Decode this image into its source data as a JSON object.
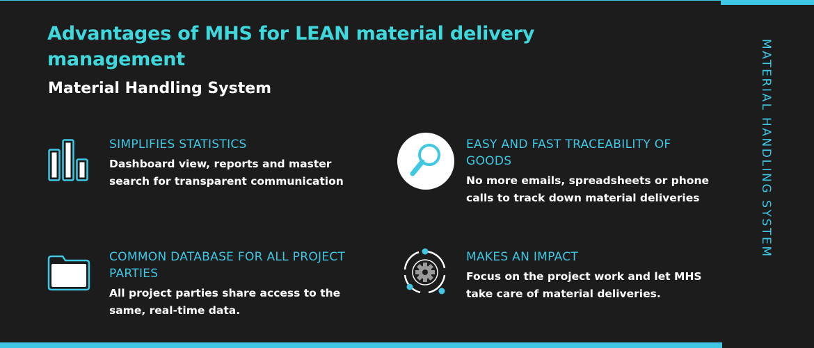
{
  "title": "Advantages of MHS for LEAN material delivery management",
  "subtitle": "Material Handling System",
  "vertical_label": "MATERIAL HANDLING SYSTEM",
  "colors": {
    "accent": "#3fc7e3",
    "title": "#3fd8dc",
    "background": "#1c1c1d",
    "text": "#ffffff"
  },
  "features": [
    {
      "icon": "bar-chart-icon",
      "heading": "SIMPLIFIES STATISTICS",
      "description": "Dashboard view, reports and master search for transparent communication"
    },
    {
      "icon": "magnifier-icon",
      "heading": "EASY AND FAST TRACEABILITY OF GOODS",
      "description": "No more emails, spreadsheets or phone calls to track down material deliveries"
    },
    {
      "icon": "folder-icon",
      "heading": "COMMON DATABASE FOR ALL PROJECT PARTIES",
      "description": "All project parties share access to the same, real-time data."
    },
    {
      "icon": "gear-cycle-icon",
      "heading": "MAKES AN IMPACT",
      "description": "Focus on the project work and let MHS take care of material deliveries."
    }
  ]
}
